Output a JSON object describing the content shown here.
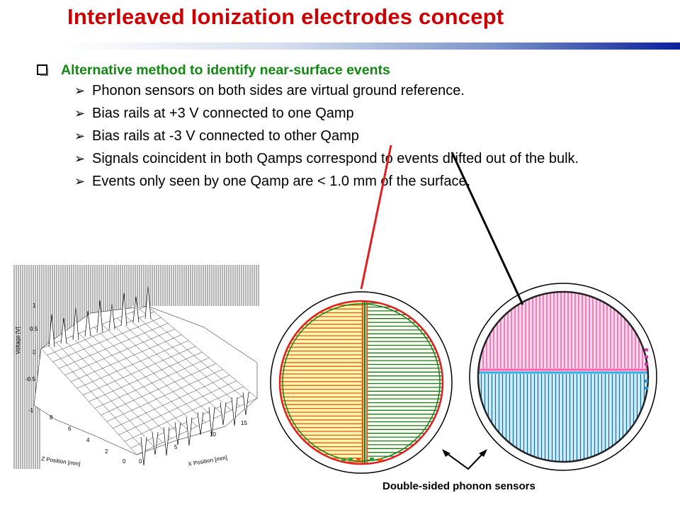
{
  "slide": {
    "title": "Interleaved Ionization electrodes concept",
    "main_bullet": "Alternative method to identify near-surface events",
    "sub_bullets": [
      "Phonon sensors on both sides are virtual ground reference.",
      "Bias rails at +3 V connected to one Qamp",
      "Bias rails at -3 V connected to other Qamp",
      "Signals coincident in both Qamps correspond to events drifted out of the bulk.",
      "Events only seen by one Qamp are < 1.0 mm of the surface."
    ],
    "caption": "Double-sided phonon sensors"
  },
  "plot3d": {
    "ylabel": "Voltage [V]",
    "xlabel": "X Position [mm]",
    "zlabel": "Z Position [mm]",
    "y_ticks": [
      "1",
      "0.5",
      "0",
      "-0.5",
      "-1"
    ],
    "x_ticks": [
      "0",
      "5",
      "10",
      "15"
    ],
    "z_ticks": [
      "8",
      "6",
      "4",
      "2",
      "0"
    ]
  },
  "colors": {
    "title": "#cc0000",
    "main_bullet": "#118811",
    "plus_rail": "#e06010",
    "minus_rail": "#1a7a1a",
    "pink_sensor": "#ff80c0",
    "cyan_sensor": "#60d0ff",
    "pointer_red": "#e02020"
  }
}
